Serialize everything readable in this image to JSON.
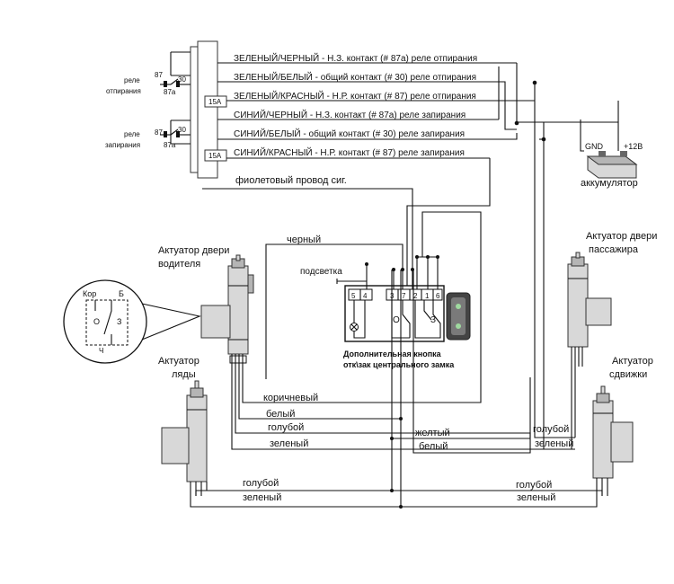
{
  "relay_unit": {
    "relay_unlock": "реле\nотпирания",
    "relay_lock": "реле\nзапирания",
    "pin_87": "87",
    "pin_87a": "87a",
    "pin_30": "30",
    "fuse": "15A",
    "wires": [
      "ЗЕЛЕНЫЙ/ЧЕРНЫЙ - Н.З. контакт (# 87a) реле отпирания",
      "ЗЕЛЕНЫЙ/БЕЛЫЙ - общий контакт (# 30) реле отпирания",
      "ЗЕЛЕНЫЙ/КРАСНЫЙ - Н.Р. контакт (# 87) реле отпирания",
      "СИНИЙ/ЧЕРНЫЙ - Н.З. контакт (# 87a) реле запирания",
      "СИНИЙ/БЕЛЫЙ - общий контакт (# 30) реле запирания",
      "СИНИЙ/КРАСНЫЙ - Н.Р. контакт (# 87) реле запирания"
    ]
  },
  "battery": {
    "gnd": "GND",
    "plus": "+12В",
    "name": "аккумулятор"
  },
  "signal_wire": "фиолетовый провод сиг.",
  "actuators": {
    "driver": "Актуатор двери\nводителя",
    "passenger": "Актуатор двери\nпассажира",
    "trunk": "Актуатор\nляды",
    "slide": "Актуатор\nсдвижки"
  },
  "switch": {
    "terminals": [
      "5",
      "4",
      "3",
      "7",
      "2",
      "1",
      "6"
    ],
    "pos_open": "O",
    "pos_close": "З",
    "caption": "Дополнительная кнопка\nотк\\зак центрального замка",
    "backlight": "подсветка"
  },
  "zoom": {
    "kor": "Кор",
    "b": "Б",
    "o": "О",
    "z": "З",
    "ch": "Ч"
  },
  "wire_labels": {
    "black": "черный",
    "brown": "коричневый",
    "white": "белый",
    "blue": "голубой",
    "green": "зеленый",
    "yellow": "желтый"
  }
}
